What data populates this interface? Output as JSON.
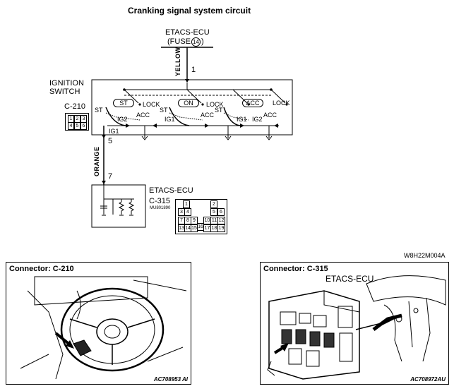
{
  "title": "Cranking signal system circuit",
  "etacs_top": {
    "name": "ETACS-ECU",
    "fuse_prefix": "(FUSE",
    "fuse_no": "14",
    "fuse_suffix": ")"
  },
  "wires": {
    "yellow": "YELLOW",
    "orange": "ORANGE",
    "pin_1": "1",
    "pin_5": "5",
    "pin_7": "7"
  },
  "ignition_switch": {
    "label_line1": "IGNITION",
    "label_line2": "SWITCH",
    "connector": "C-210",
    "connector_pins": [
      "1",
      "2",
      "3",
      "4",
      "5",
      "6"
    ],
    "positions": [
      "ST",
      "ON",
      "ACC"
    ],
    "terminals": {
      "st": "ST",
      "lock": "LOCK",
      "acc": "ACC",
      "ig1": "IG1",
      "ig2": "IG2"
    }
  },
  "etacs_bottom": {
    "name": "ETACS-ECU",
    "connector": "C-315",
    "part_no": "MU801890",
    "pins": [
      "1",
      "2",
      "3",
      "4",
      "5",
      "6",
      "7",
      "8",
      "9",
      "10",
      "11",
      "12",
      "13",
      "14",
      "15",
      "16",
      "17",
      "18",
      "19"
    ]
  },
  "figure_code_top": "W8H22M004A",
  "panel_left": {
    "title": "Connector: C-210",
    "code": "AC708953 AI"
  },
  "panel_right": {
    "title": "Connector: C-315",
    "subtitle": "ETACS-ECU",
    "code": "AC708972AU"
  }
}
